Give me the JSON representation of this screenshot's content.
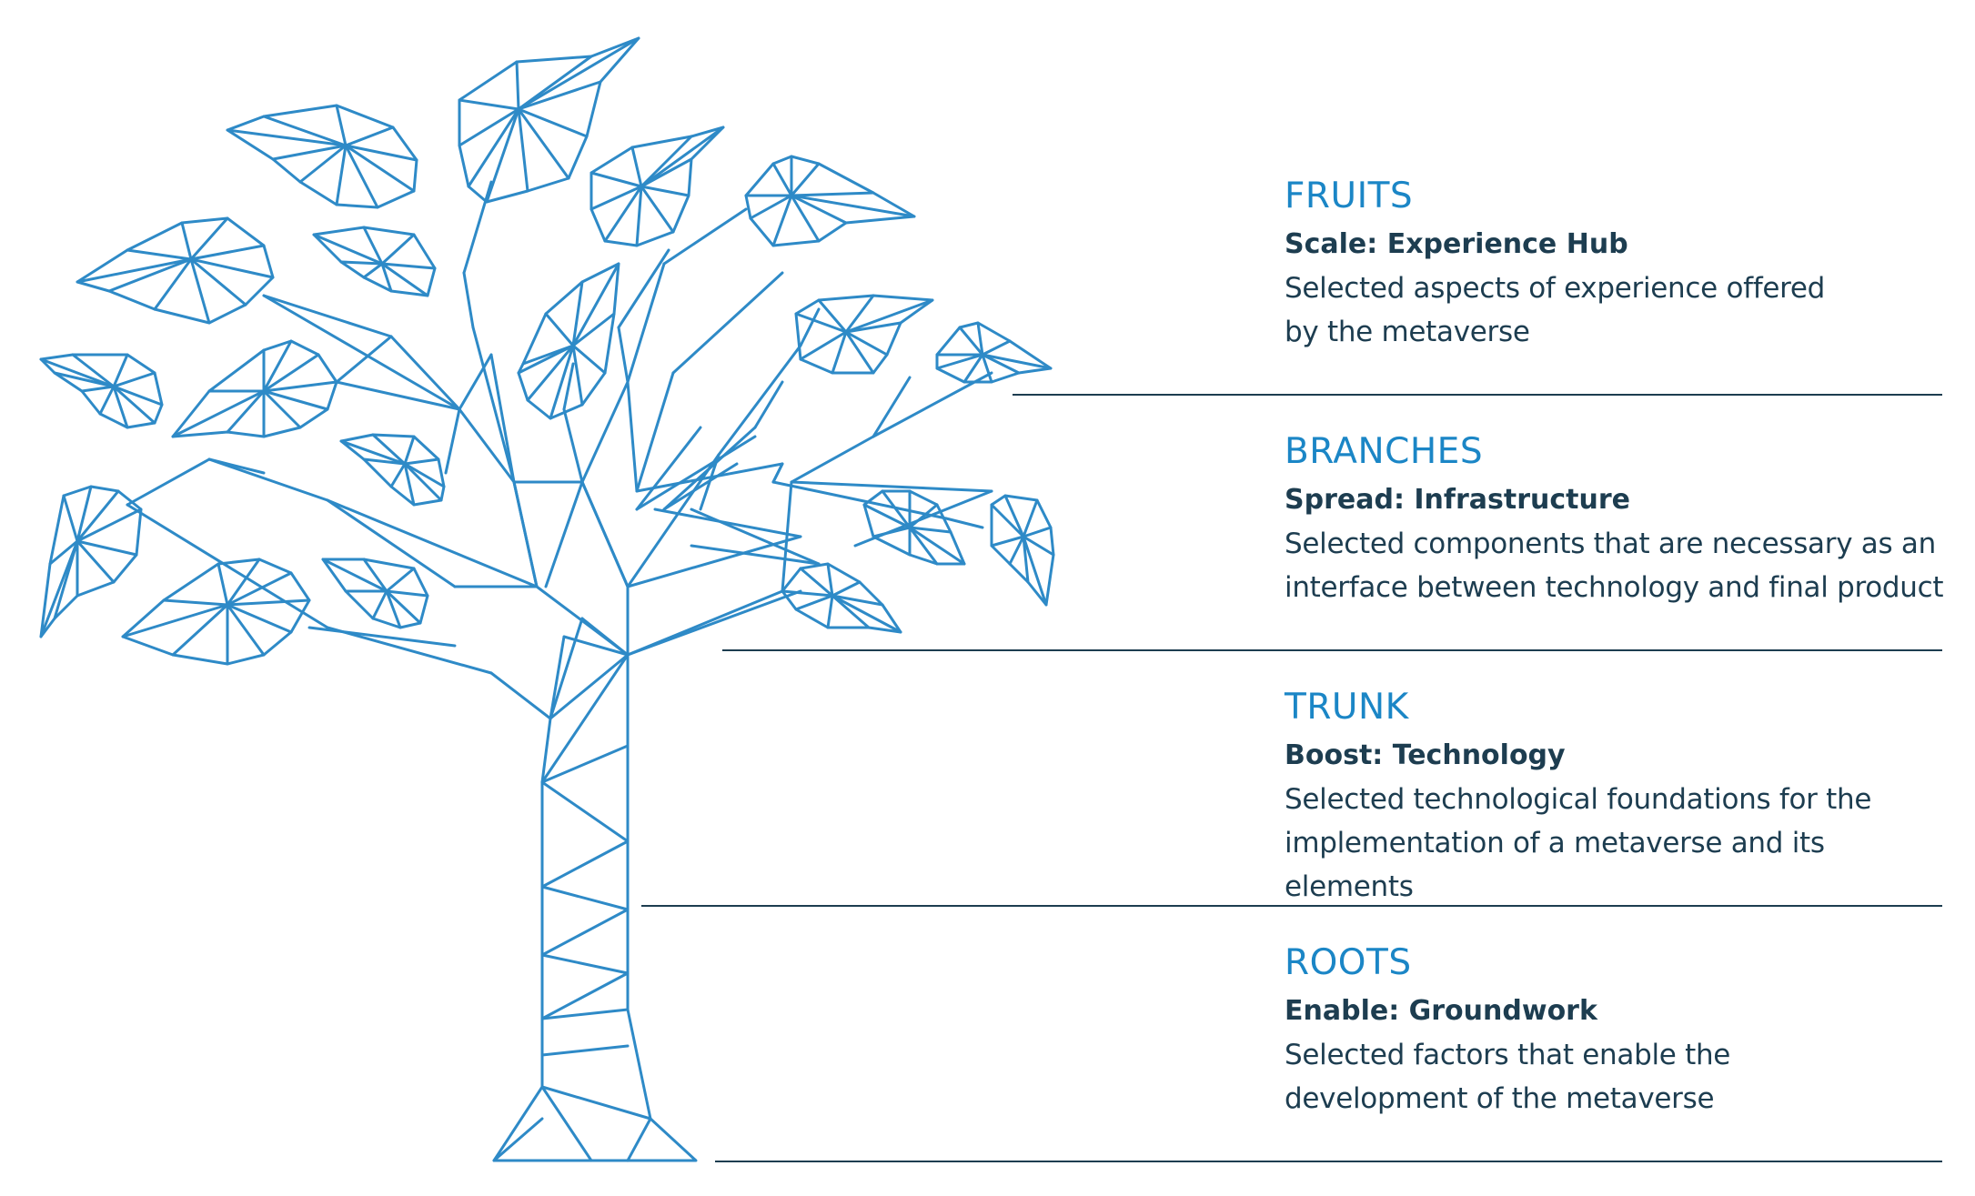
{
  "colors": {
    "accent": "#1b86c6",
    "text": "#1d3d50",
    "tree_stroke": "#2e8ac7"
  },
  "tree": {
    "icon": "polygonal-tree-icon"
  },
  "sections": [
    {
      "title": "FRUITS",
      "subtitle": "Scale: Experience Hub",
      "description": "Selected aspects of experience offered by the metaverse"
    },
    {
      "title": "BRANCHES",
      "subtitle": "Spread: Infrastructure",
      "description": "Selected components that are necessary as an interface between technology and final product"
    },
    {
      "title": "TRUNK",
      "subtitle": "Boost: Technology",
      "description": "Selected technological foundations for the implementation of a metaverse and its elements"
    },
    {
      "title": "ROOTS",
      "subtitle": "Enable: Groundwork",
      "description": "Selected factors that enable the development of the metaverse"
    }
  ]
}
